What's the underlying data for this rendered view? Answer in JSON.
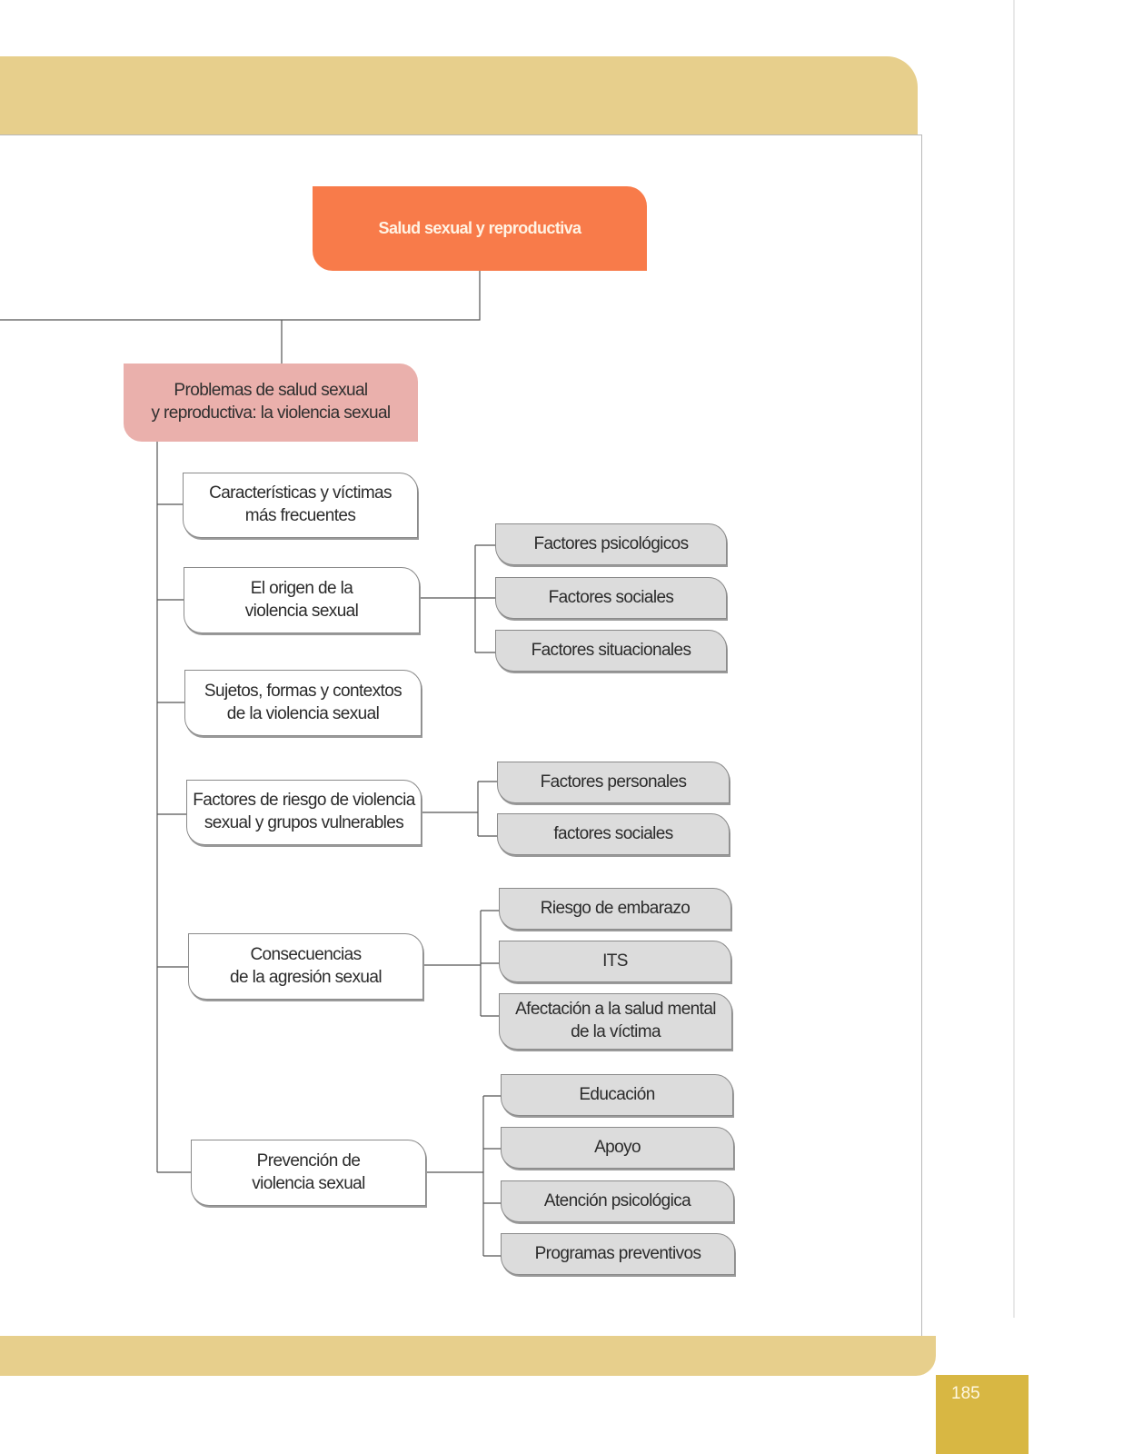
{
  "diagram": {
    "root": "Salud sexual y reproductiva",
    "main_topic": "Problemas de salud sexual\ny reproductiva: la violencia sexual",
    "topics": [
      {
        "label": "Características y víctimas\nmás frecuentes",
        "children": []
      },
      {
        "label": "El origen de la\nviolencia sexual",
        "children": [
          "Factores psicológicos",
          "Factores sociales",
          "Factores situacionales"
        ]
      },
      {
        "label": "Sujetos, formas y contextos\nde la violencia sexual",
        "children": []
      },
      {
        "label": "Factores de riesgo de violencia\nsexual y grupos vulnerables",
        "children": [
          "Factores personales",
          "factores sociales"
        ]
      },
      {
        "label": "Consecuencias\nde la agresión sexual",
        "children": [
          "Riesgo de embarazo",
          "ITS",
          "Afectación a la salud mental\nde la víctima"
        ]
      },
      {
        "label": "Prevención de\nviolencia sexual",
        "children": [
          "Educación",
          "Apoyo",
          "Atención psicológica",
          "Programas preventivos"
        ]
      }
    ]
  },
  "page_number": "185",
  "colors": {
    "band": "#e7cf8c",
    "root_fill": "#f87b4a",
    "main_fill": "#eab0ac",
    "leaf_fill": "#dcdcdc",
    "page_number_fill": "#d8b743"
  }
}
